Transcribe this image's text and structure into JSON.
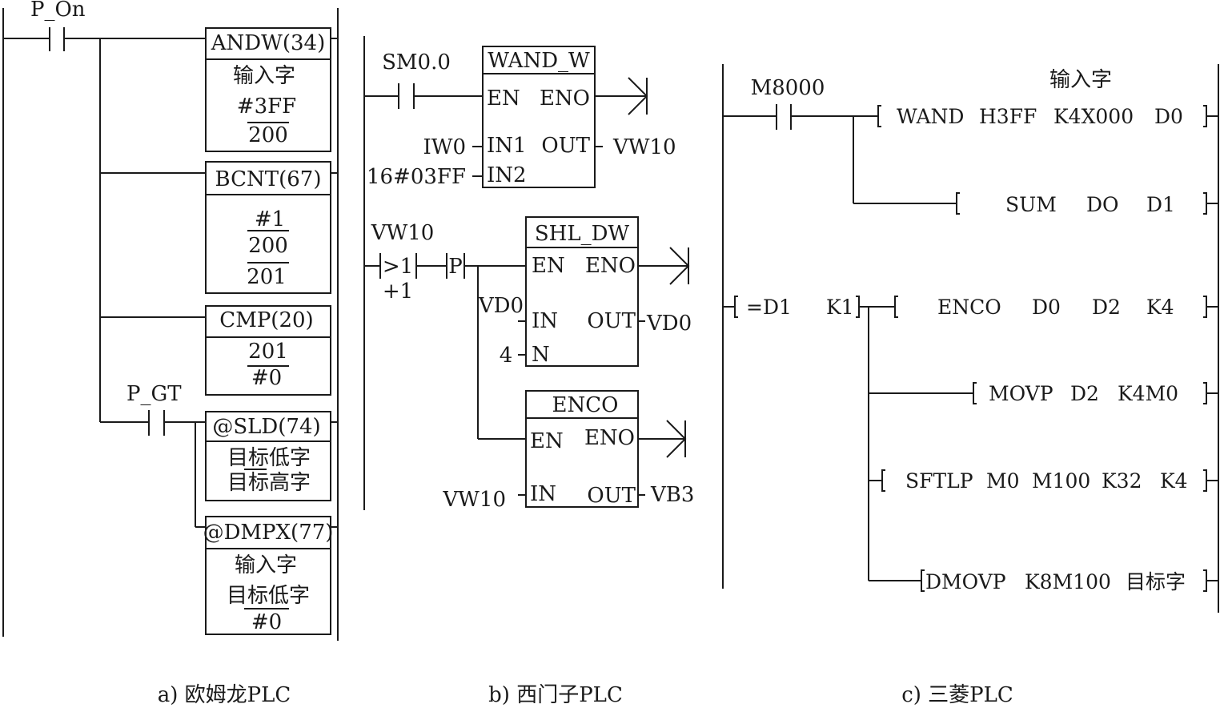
{
  "diagram_a": {
    "contact_p_on": "P_On",
    "contact_p_gt": "P_GT",
    "andw": {
      "title": "ANDW(34)",
      "line1": "输入字",
      "line2": "#3FF",
      "line3": "200"
    },
    "bcnt": {
      "title": "BCNT(67)",
      "line1": "#1",
      "line2": "200",
      "line3": "201"
    },
    "cmp": {
      "title": "CMP(20)",
      "line1": "201",
      "line2": "#0"
    },
    "sld": {
      "title": "@SLD(74)",
      "line1": "目标低字",
      "line2": "目标高字"
    },
    "dmpx": {
      "title": "@DMPX(77)",
      "line1": "输入字",
      "line2": "目标低字",
      "line3": "#0"
    },
    "caption": "a) 欧姆龙PLC"
  },
  "diagram_b": {
    "contact_sm00": "SM0.0",
    "wand": {
      "title": "WAND_W",
      "en": "EN",
      "eno": "ENO",
      "in1": "IN1",
      "in2": "IN2",
      "out": "OUT",
      "in1_operand": "IW0",
      "in2_operand": "16#03FF",
      "out_operand": "VW10"
    },
    "compare": {
      "operand": "VW10",
      "op": ">1",
      "value": "+1",
      "p": "P"
    },
    "shl": {
      "title": "SHL_DW",
      "en": "EN",
      "eno": "ENO",
      "in": "IN",
      "n": "N",
      "out": "OUT",
      "in_operand": "VD0",
      "n_operand": "4",
      "out_operand": "VD0"
    },
    "enco": {
      "title": "ENCO",
      "en": "EN",
      "eno": "ENO",
      "in": "IN",
      "out": "OUT",
      "in_operand": "VW10",
      "out_operand": "VB3"
    },
    "caption": "b) 西门子PLC"
  },
  "diagram_c": {
    "contact_m8000": "M8000",
    "note": "输入字",
    "wand": {
      "name": "WAND",
      "op1": "H3FF",
      "op2": "K4X000",
      "op3": "D0"
    },
    "sum": {
      "name": "SUM",
      "op1": "DO",
      "op2": "D1"
    },
    "compare": {
      "op": "=D1",
      "value": "K1"
    },
    "enco": {
      "name": "ENCO",
      "op1": "D0",
      "op2": "D2",
      "op3": "K4"
    },
    "movp": {
      "name": "MOVP",
      "op1": "D2",
      "op2": "K4M0"
    },
    "sftlp": {
      "name": "SFTLP",
      "op1": "M0",
      "op2": "M100",
      "op3": "K32",
      "op4": "K4"
    },
    "dmovp": {
      "name": "DMOVP",
      "op1": "K8M100",
      "op2": "目标字"
    },
    "caption": "c) 三菱PLC"
  }
}
